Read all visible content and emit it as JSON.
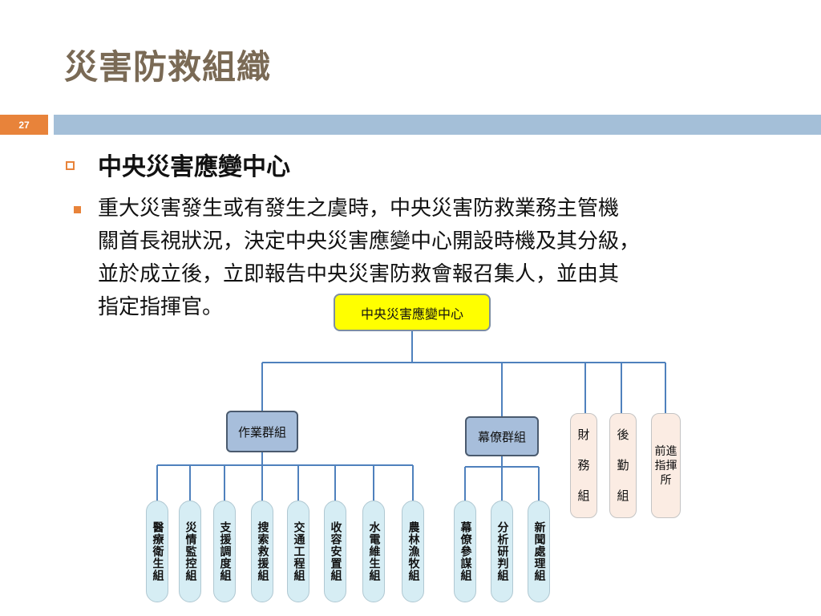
{
  "slide": {
    "title": "災害防救組織",
    "page_number": "27",
    "heading": "中央災害應變中心",
    "paragraph_lines": [
      "重大災害發生或有發生之虞時，中央災害防救業務主管機",
      "關首長視狀況，決定中央災害應變中心開設時機及其分級，",
      "並於成立後，立即報告中央災害防救會報召集人，並由其",
      "指定指揮官。"
    ]
  },
  "org_chart": {
    "root": "中央災害應變中心",
    "group_operations": "作業群組",
    "group_staff": "幕僚群組",
    "finance": [
      "財",
      "務",
      "組"
    ],
    "logistics": [
      "後",
      "勤",
      "組"
    ],
    "forward_command": "前進指揮所",
    "operations_units": [
      "醫療衛生組",
      "災情監控組",
      "支援調度組",
      "搜索救援組",
      "交通工程組",
      "收容安置組",
      "水電維生組",
      "農林漁牧組"
    ],
    "staff_units": [
      "幕僚參謀組",
      "分析研判組",
      "新聞處理組"
    ]
  },
  "colors": {
    "title": "#7a6a55",
    "accent_orange": "#e8833a",
    "band_blue": "#a4bfd8",
    "connector": "#4f81bd",
    "root_fill": "#ffff00",
    "group_fill": "#a7bedb",
    "peach_fill": "#fbece3",
    "pill_fill": "#d6edf4"
  }
}
